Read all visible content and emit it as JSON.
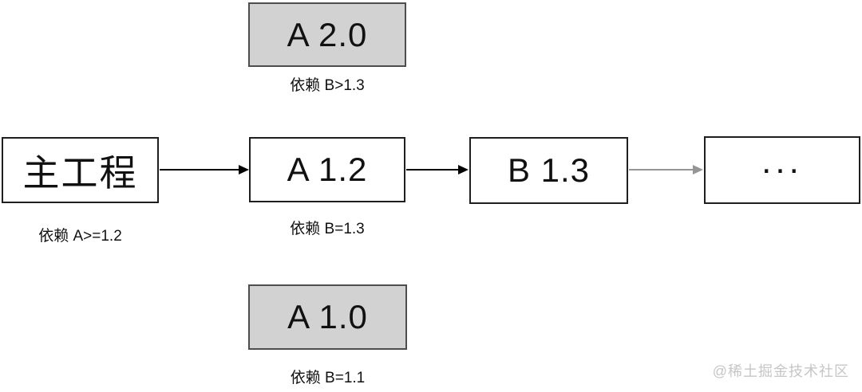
{
  "diagram": {
    "nodes": {
      "a20": {
        "label": "A 2.0",
        "caption": "依赖 B>1.3",
        "fill": "gray"
      },
      "main": {
        "label": "主工程",
        "caption": "依赖 A>=1.2",
        "fill": "white"
      },
      "a12": {
        "label": "A 1.2",
        "caption": "依赖 B=1.3",
        "fill": "white"
      },
      "b13": {
        "label": "B 1.3",
        "fill": "white"
      },
      "more": {
        "label": "...",
        "fill": "white"
      },
      "a10": {
        "label": "A 1.0",
        "caption": "依赖 B=1.1",
        "fill": "gray"
      }
    },
    "edges": [
      {
        "from": "主工程",
        "to": "A 1.2",
        "style": "black"
      },
      {
        "from": "A 1.2",
        "to": "B 1.3",
        "style": "black"
      },
      {
        "from": "B 1.3",
        "to": "...",
        "style": "gray"
      }
    ],
    "colors": {
      "node_fill_gray": "#d2d2d2",
      "node_fill_white": "#ffffff",
      "node_border": "#1f1f1f",
      "gray_node_border": "#4d4d4d",
      "arrow_black": "#000000",
      "arrow_gray": "#959595",
      "watermark": "#c6c6c6"
    }
  },
  "watermark": {
    "text": "@稀土掘金技术社区"
  }
}
